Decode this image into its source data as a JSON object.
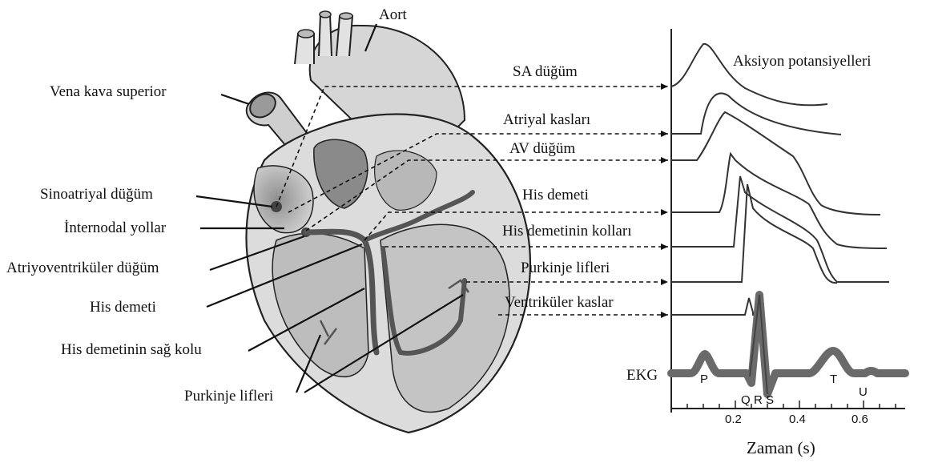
{
  "heart": {
    "aorta": "Aort",
    "vena_cava": "Vena kava superior",
    "sa_node": "Sinoatriyal düğüm",
    "internodal": "İnternodal yollar",
    "av_node": "Atriyoventriküler düğüm",
    "his_bundle": "His demeti",
    "right_branch": "His demetinin sağ kolu",
    "purkinje": "Purkinje lifleri"
  },
  "potentials": {
    "title": "Aksiyon potansiyelleri",
    "rows": [
      "SA düğüm",
      "Atriyal kasları",
      "AV düğüm",
      "His demeti",
      "His demetinin kolları",
      "Purkinje lifleri",
      "Ventriküler kaslar"
    ]
  },
  "ecg": {
    "label": "EKG",
    "waves": [
      "P",
      "Q",
      "R",
      "S",
      "T",
      "U"
    ],
    "x_ticks": [
      "0.2",
      "0.4",
      "0.6"
    ],
    "x_axis_label": "Zaman (s)"
  },
  "colors": {
    "trace": "#333333",
    "conduction": "#555555",
    "outline": "#222222"
  }
}
